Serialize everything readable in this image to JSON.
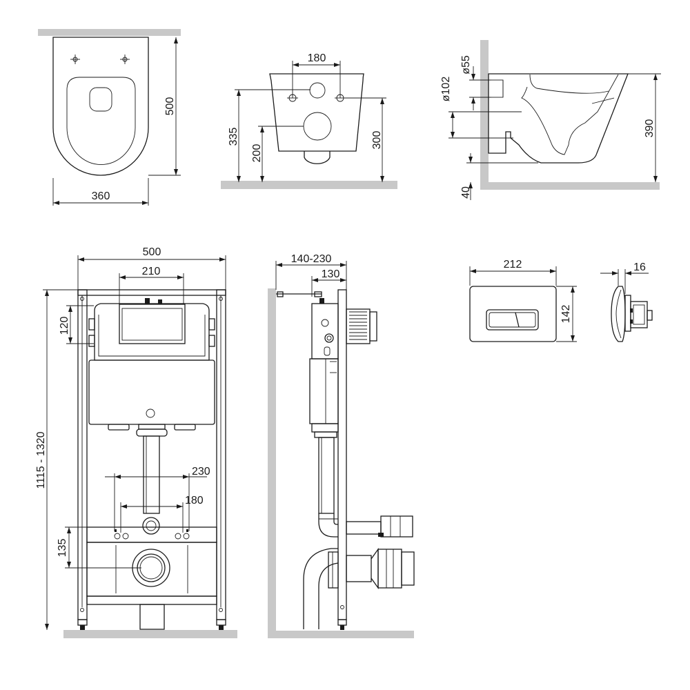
{
  "bowl_top": {
    "width": "360",
    "depth": "500"
  },
  "bowl_back": {
    "holes_spacing": "180",
    "height_total": "335",
    "height_outlet": "200",
    "height_side": "300"
  },
  "bowl_side": {
    "diam_inlet": "ø55",
    "diam_outlet": "ø102",
    "height": "390",
    "clearance": "40"
  },
  "frame_front": {
    "width": "500",
    "cistern_width": "210",
    "cistern_height": "120",
    "frame_height": "1115 - 1320",
    "bolt_spacing_outer": "230",
    "bolt_spacing_inner": "180",
    "outlet_height": "135"
  },
  "frame_side": {
    "depth_range": "140-230",
    "depth_fixed": "130"
  },
  "flush_plate": {
    "width": "212",
    "height": "142",
    "thickness": "16"
  }
}
